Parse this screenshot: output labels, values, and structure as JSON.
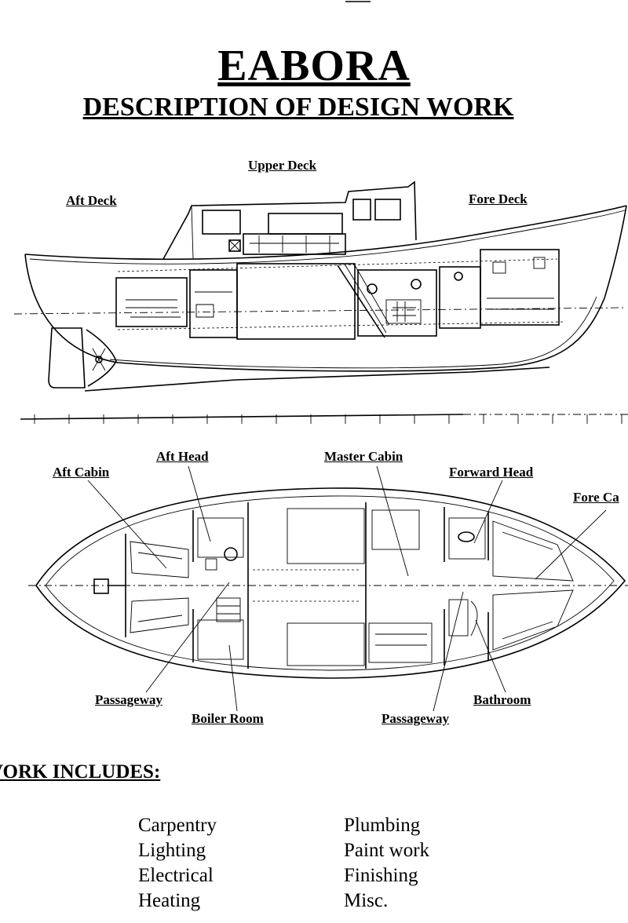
{
  "header": {
    "title": "EABORA",
    "subtitle": "DESCRIPTION OF DESIGN WORK"
  },
  "profile_view": {
    "labels": {
      "upper_deck": "Upper Deck",
      "aft_deck": "Aft Deck",
      "fore_deck": "Fore Deck"
    }
  },
  "plan_view": {
    "labels": {
      "aft_head": "Aft Head",
      "master_cabin": "Master Cabin",
      "aft_cabin": "Aft Cabin",
      "forward_head": "Forward Head",
      "fore_cabin": "Fore Ca",
      "passageway_left": "Passageway",
      "boiler_room": "Boiler Room",
      "passageway_right": "Passageway",
      "bathroom": "Bathroom"
    }
  },
  "work": {
    "heading": "VORK INCLUDES:",
    "left": [
      "Carpentry",
      "Lighting",
      "Electrical",
      "Heating"
    ],
    "right": [
      "Plumbing",
      "Paint work",
      "Finishing",
      "Misc."
    ]
  }
}
